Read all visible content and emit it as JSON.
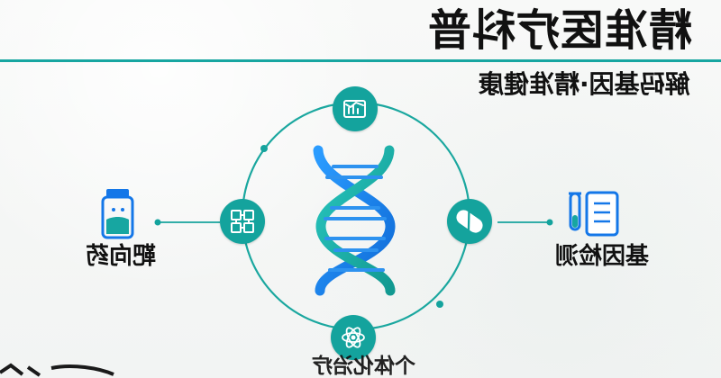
{
  "header": {
    "title": "精准医疗科普",
    "subtitle": "解码基因·精准健康"
  },
  "diagram": {
    "left_label": "靶向药",
    "right_label": "基因检测",
    "bottom_label": "个体化治疗",
    "icons": {
      "top": "chart-report-icon",
      "left": "puzzle-icon",
      "right": "pill-icon",
      "bottom": "atom-icon",
      "left_outer": "medicine-bottle-icon",
      "right_outer": "test-tube-clipboard-icon",
      "center": "dna-helix-icon"
    },
    "colors": {
      "teal": "#16a39d",
      "blue": "#2389f0",
      "blue_dark": "#0e6fd9",
      "black": "#151515"
    }
  }
}
